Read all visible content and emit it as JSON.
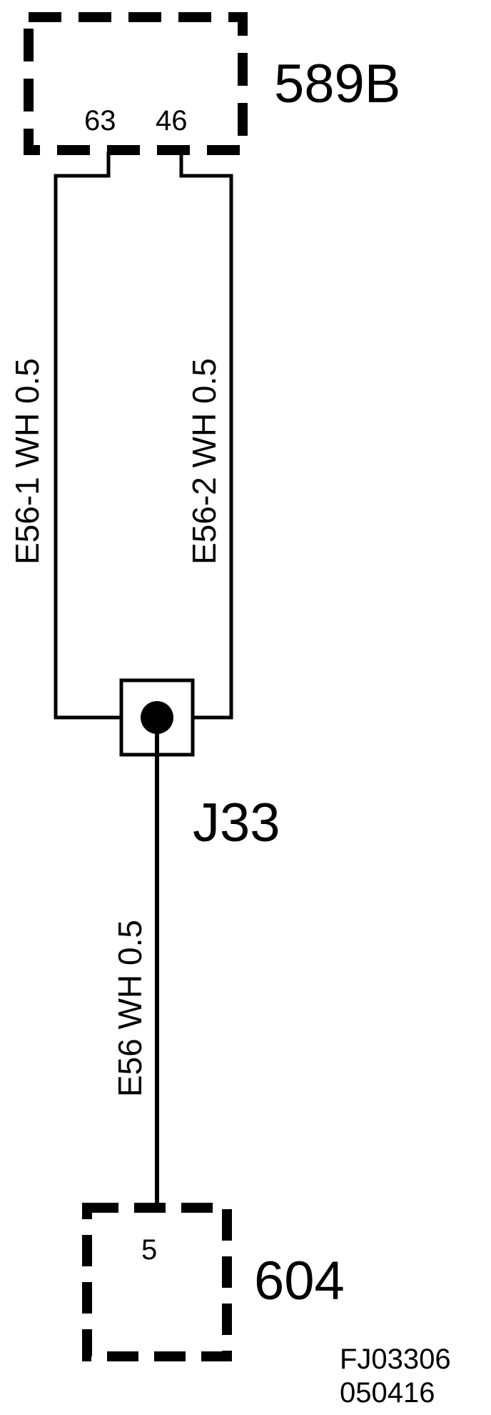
{
  "components": {
    "top_connector": {
      "id": "589B",
      "pins": [
        "63",
        "46"
      ]
    },
    "bottom_connector": {
      "id": "604",
      "pins": [
        "5"
      ]
    },
    "junction": {
      "id": "J33"
    }
  },
  "wires": {
    "left": "E56-1  WH  0.5",
    "right": "E56-2  WH  0.5",
    "main": "E56 WH  0.5"
  },
  "figure_code": {
    "line1": "FJ03306",
    "line2": "050416"
  },
  "colors": {
    "ink": "#000000",
    "background": "#ffffff"
  }
}
